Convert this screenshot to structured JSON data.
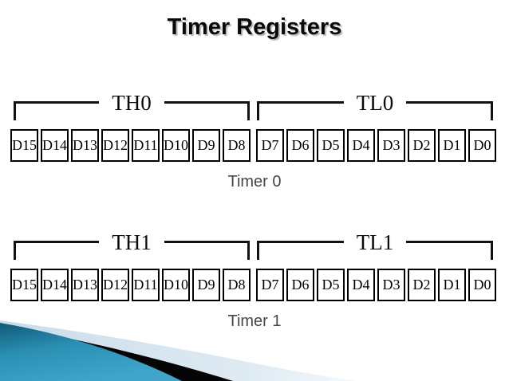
{
  "title": "Timer Registers",
  "timers": [
    {
      "name": "Timer 0",
      "high": {
        "label": "TH0",
        "bits": [
          "D15",
          "D14",
          "D13",
          "D12",
          "D11",
          "D10",
          "D9",
          "D8"
        ]
      },
      "low": {
        "label": "TL0",
        "bits": [
          "D7",
          "D6",
          "D5",
          "D4",
          "D3",
          "D2",
          "D1",
          "D0"
        ]
      }
    },
    {
      "name": "Timer 1",
      "high": {
        "label": "TH1",
        "bits": [
          "D15",
          "D14",
          "D13",
          "D12",
          "D11",
          "D10",
          "D9",
          "D8"
        ]
      },
      "low": {
        "label": "TL1",
        "bits": [
          "D7",
          "D6",
          "D5",
          "D4",
          "D3",
          "D2",
          "D1",
          "D0"
        ]
      }
    }
  ],
  "colors": {
    "teal_dark": "#0f5a77",
    "teal_mid": "#2b90b4",
    "teal_light": "#3fa6ca",
    "light_blue_band": "#d2e2ee",
    "stripe_black": "#050505",
    "caption_gray": "#454545",
    "title_black": "#0a0a0a"
  }
}
